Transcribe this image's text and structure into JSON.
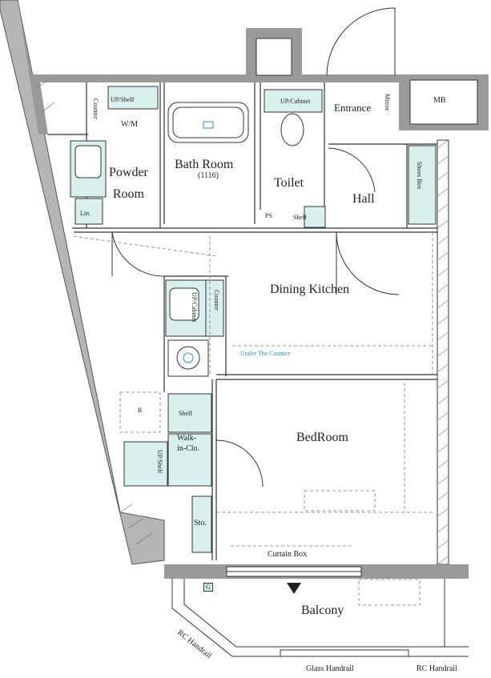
{
  "rooms": {
    "entrance": "Entrance",
    "mirror": "Mirror",
    "mb": "MB",
    "shelf_up": "UP/Shelf",
    "counter": "Counter",
    "wm": "W/M",
    "powder_room": "Powder\nRoom",
    "lin": "Lin.",
    "bath_room": "Bath Room",
    "bath_size": "(1116)",
    "up_cabinet": "UP/Cabinet",
    "toilet": "Toilet",
    "hall": "Hall",
    "shoes_box": "Shoes Box",
    "ps": "PS",
    "shelf": "Shelf",
    "dining_kitchen": "Dining Kitchen",
    "kitchen_up_cabinet": "UP/Cabinet",
    "kitchen_counter": "Counter",
    "under_counter": "Under The Counter",
    "r_mark": "R",
    "bedroom": "BedRoom",
    "walkin_shelf": "Shelf",
    "walkin_closet": "Walk-\nin-Clo.",
    "walkin_up_shelf": "UP/Shelf",
    "storage": "Sto.",
    "curtain_box": "Curtain Box",
    "balcony": "Balcony",
    "g_mark": "G",
    "rc_handrail_left": "RC Handrail",
    "glass_handrail": "Glass Handrail",
    "rc_handrail_right": "RC Handrail"
  },
  "colors": {
    "wall": "#9a9a9a",
    "fixture": "#d8f0ee",
    "accent": "#1aa3a3",
    "line": "#333333"
  }
}
